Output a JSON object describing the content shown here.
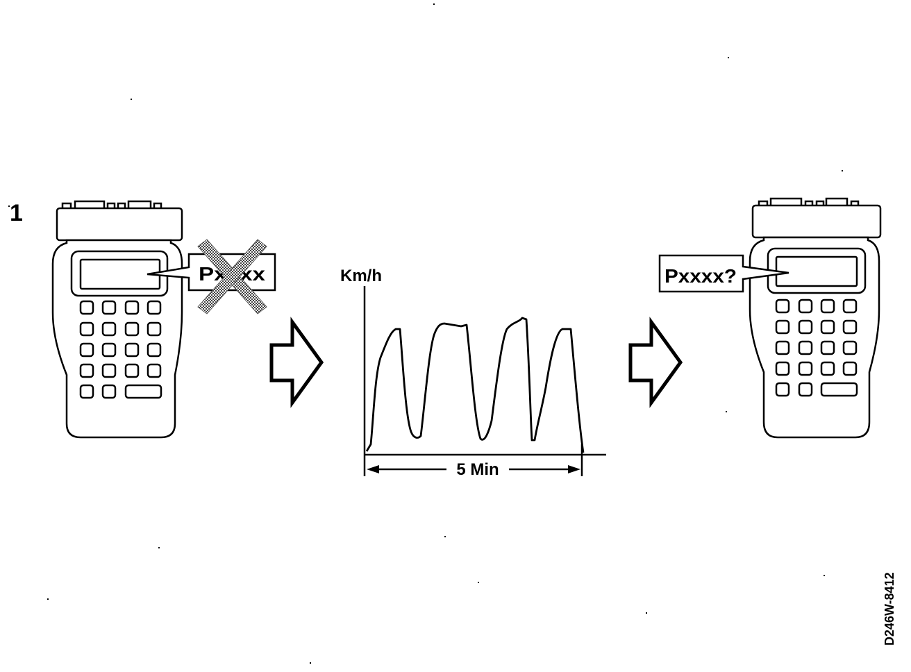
{
  "figure_number": "1",
  "left_device": {
    "code_label": "Pxxxx",
    "crossed_out": true
  },
  "speed_chart": {
    "y_axis_label": "Km/h",
    "duration_label": "5 Min"
  },
  "right_device": {
    "code_label": "Pxxxx?"
  },
  "image_reference": "D246W-8412",
  "colors": {
    "ink": "#000000",
    "paper": "#ffffff",
    "cross_hatch": "#6e6e6e"
  },
  "icons": [
    "scan-tool-icon",
    "arrow-right-icon",
    "arrow-right-icon",
    "scan-tool-icon"
  ]
}
